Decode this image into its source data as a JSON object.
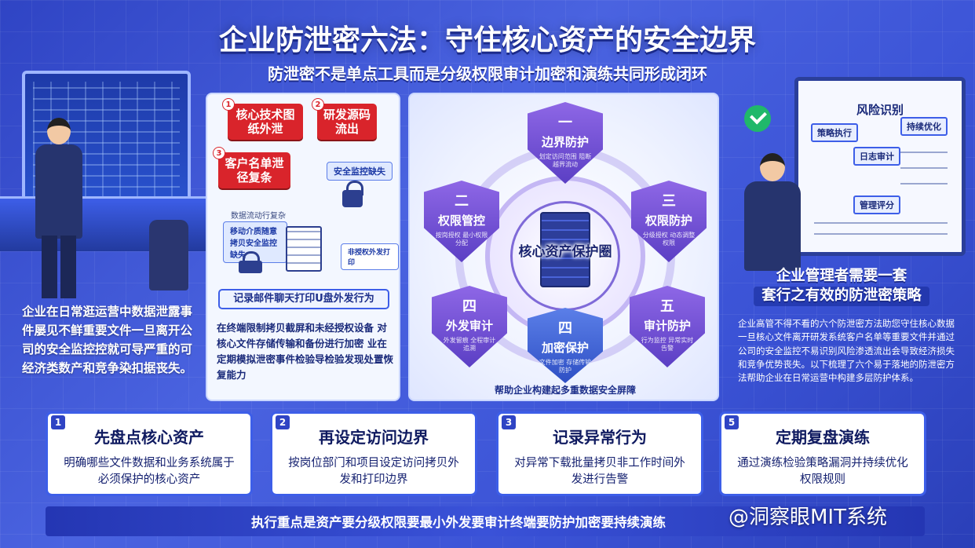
{
  "header": {
    "title": "企业防泄密六法：守住核心资产的安全边界",
    "subtitle": "防泄密不是单点工具而是分级权限审计加密和演练共同形成闭环"
  },
  "left": {
    "text": "企业在日常逛运营中数据泄露事件屡见不鲜重要文件一旦离开公司的安全监控控就可导严重的可经济类数产和竞争染扣据丧失。"
  },
  "risk_panel": {
    "tags": [
      {
        "num": "1",
        "label": "核心技术图纸外泄"
      },
      {
        "num": "2",
        "label": "研发源码流出"
      },
      {
        "num": "3",
        "label": "客户名单泄径复条"
      }
    ],
    "label_monitor": "安全监控缺失",
    "label_flow": "数据流动行复杂",
    "label_box": "移动介质随意拷贝安全监控缺失",
    "label_print": "非授权外发打印",
    "record_bar": "记录邮件聊天打印U盘外发行为",
    "text": "在终端限制拷贝截屏和未经授权设备  对核心文件存储传输和备份进行加密  业在 定期模拟泄密事件检验导检验发现处置恢复能力"
  },
  "center": {
    "core_label": "核心资产保护圈",
    "caption": "帮助企业构建起多重数据安全屏障",
    "shields": [
      {
        "num": "一",
        "title": "边界防护",
        "sub": "划定访问范围 阻断越界流动"
      },
      {
        "num": "二",
        "title": "权限管控",
        "sub": "按岗授权 最小权限分配"
      },
      {
        "num": "三",
        "title": "权限防护",
        "sub": "分级授权 动态调整权限"
      },
      {
        "num": "四",
        "title": "外发审计",
        "sub": "外发留痕 全程审计追溯"
      },
      {
        "num": "四",
        "title": "加密保护",
        "sub": "文件加密 存储传输防护"
      },
      {
        "num": "五",
        "title": "审计防护",
        "sub": "行为监控 异常实时告警"
      }
    ]
  },
  "right": {
    "board_title": "风险识别",
    "board_items": [
      "策略执行",
      "持续优化",
      "日志审计",
      "管理评分"
    ],
    "heading_line1": "企业管理者需要一套",
    "heading_line2": "套行之有效的防泄密策略",
    "text": "企业高管不得不看的六个防泄密方法助您守住核心数据一旦核心文件离开研发系统客户名单等重要文件并通过公司的安全监控不易识别风险渗透流出会导致经济损失和竞争优势丧失。以下梳理了六个易于落地的防泄密方法帮助企业在日常运营中构建多层防护体系。"
  },
  "cards": [
    {
      "num": "1",
      "title": "先盘点核心资产",
      "desc": "明确哪些文件数据和业务系统属于必须保护的核心资产"
    },
    {
      "num": "2",
      "title": "再设定访问边界",
      "desc": "按岗位部门和项目设定访问拷贝外发和打印边界"
    },
    {
      "num": "3",
      "title": "记录异常行为",
      "desc": "对异常下载批量拷贝非工作时间外发进行告警"
    },
    {
      "num": "5",
      "title": "定期复盘演练",
      "desc": "通过演练检验策略漏洞并持续优化权限规则"
    }
  ],
  "footer": {
    "text": "执行重点是资产要分级权限要最小外发要审计终端要防护加密要持续演练",
    "watermark": "@洞察眼MIT系统"
  },
  "colors": {
    "accent": "#3d5ee8",
    "danger": "#d9242b",
    "shield": "#6f4fd6",
    "ok": "#20b86a"
  }
}
